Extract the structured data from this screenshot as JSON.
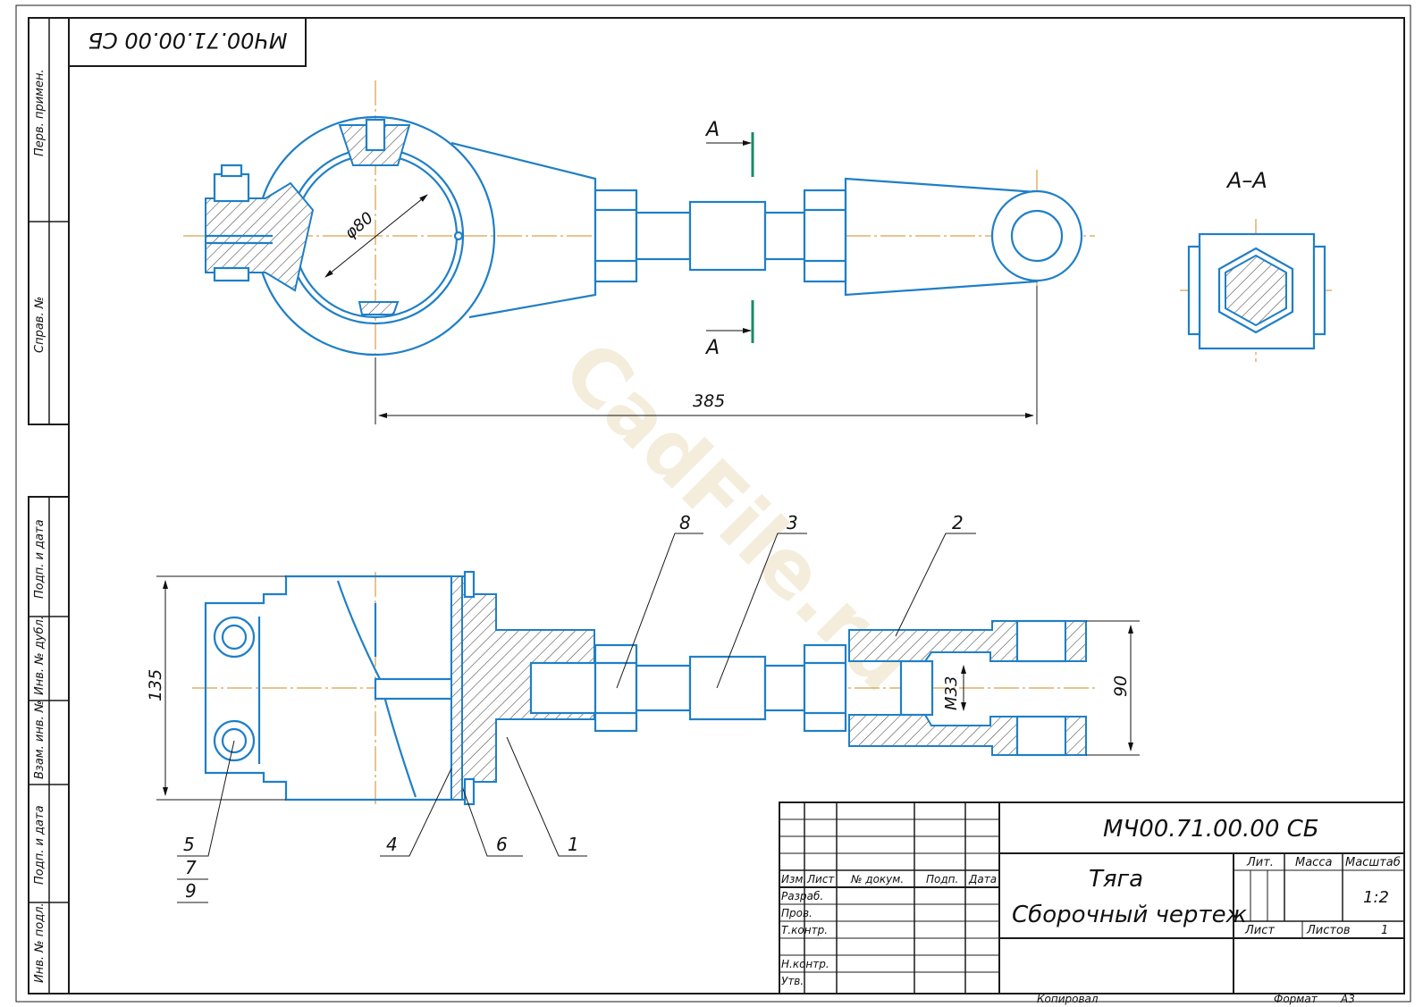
{
  "drawing": {
    "designation": "МЧ00.71.00.00 СБ",
    "designation_top": "МЧ00.71.00.00 СБ",
    "title_line1": "Тяга",
    "title_line2": "Сборочный чертеж",
    "scale": "1:2",
    "sheet_label": "Лист",
    "sheets_label": "Листов",
    "sheets_count": "1",
    "lit_label": "Лит.",
    "mass_label": "Масса",
    "scale_label": "Масштаб",
    "copied_label": "Копировал",
    "format_label": "Формат",
    "format_value": "А3",
    "watermark": "CadFile.ru"
  },
  "title_block_rows": {
    "izm": "Изм.",
    "list": "Лист",
    "doc_no": "№ докум.",
    "sign": "Подп.",
    "date": "Дата",
    "razrab": "Разраб.",
    "prov": "Пров.",
    "tkontr": "Т.контр.",
    "nkontr": "Н.контр.",
    "utv": "Утв."
  },
  "side_columns": {
    "perv_primen": "Перв. примен.",
    "sprav_no": "Справ. №",
    "podp_data_1": "Подп. и дата",
    "inv_dubl": "Инв. № дубл.",
    "vzam_inv": "Взам. инв. №",
    "podp_data_2": "Подп. и дата",
    "inv_podl": "Инв. № подл."
  },
  "dimensions": {
    "diameter": "φ80",
    "length": "385",
    "height": "135",
    "thread": "М33",
    "width": "90"
  },
  "section": {
    "label": "А–А",
    "cut_letter_top": "А",
    "cut_letter_bottom": "А"
  },
  "callouts": {
    "p1": "1",
    "p2": "2",
    "p3": "3",
    "p4": "4",
    "p5": "5",
    "p6": "6",
    "p7": "7",
    "p8": "8",
    "p9": "9"
  },
  "colors": {
    "line": "#1f7fc6",
    "centerline": "#d08a1e",
    "frame": "#1a1a1a",
    "section_mark": "#1a8a6a"
  }
}
